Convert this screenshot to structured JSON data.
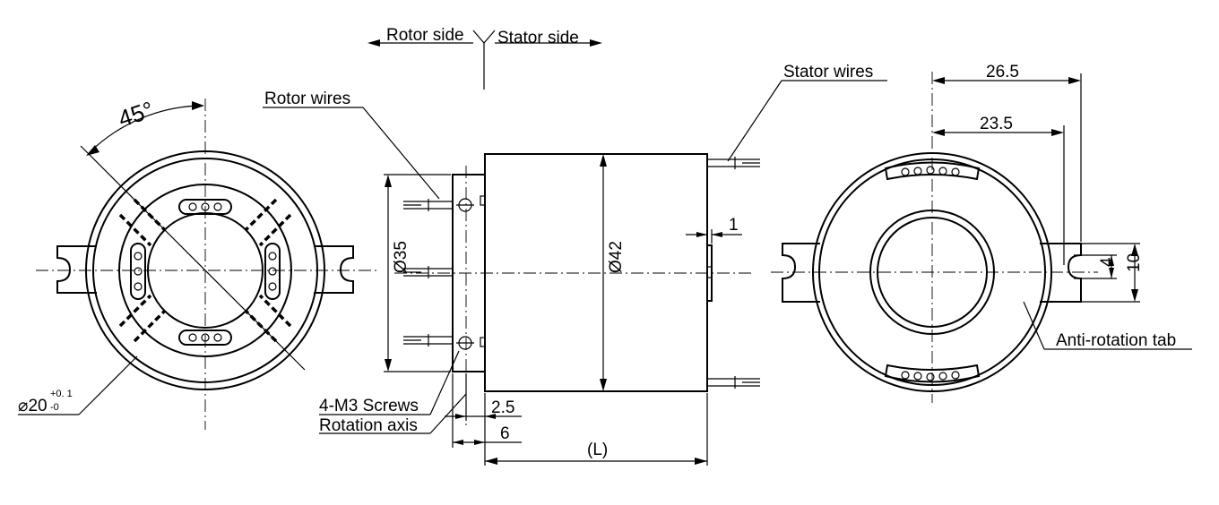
{
  "labels": {
    "rotor_side": "Rotor side",
    "stator_side": "Stator side",
    "rotor_wires": "Rotor wires",
    "stator_wires": "Stator wires",
    "angle": "45°",
    "bore_dia_main": "⌀20",
    "bore_tol_upper": "+0. 1",
    "bore_tol_lower": "-0",
    "dia_35": "Ø35",
    "dia_42": "Ø42",
    "dim_1": "1",
    "screws": "4-M3 Screws",
    "rotation_axis": "Rotation axis",
    "dim_2_5": "2.5",
    "dim_6": "6",
    "dim_L": "(L)",
    "dim_26_5": "26.5",
    "dim_23_5": "23.5",
    "dim_4": "4",
    "dim_10": "10",
    "anti_rotation_tab": "Anti-rotation tab"
  }
}
